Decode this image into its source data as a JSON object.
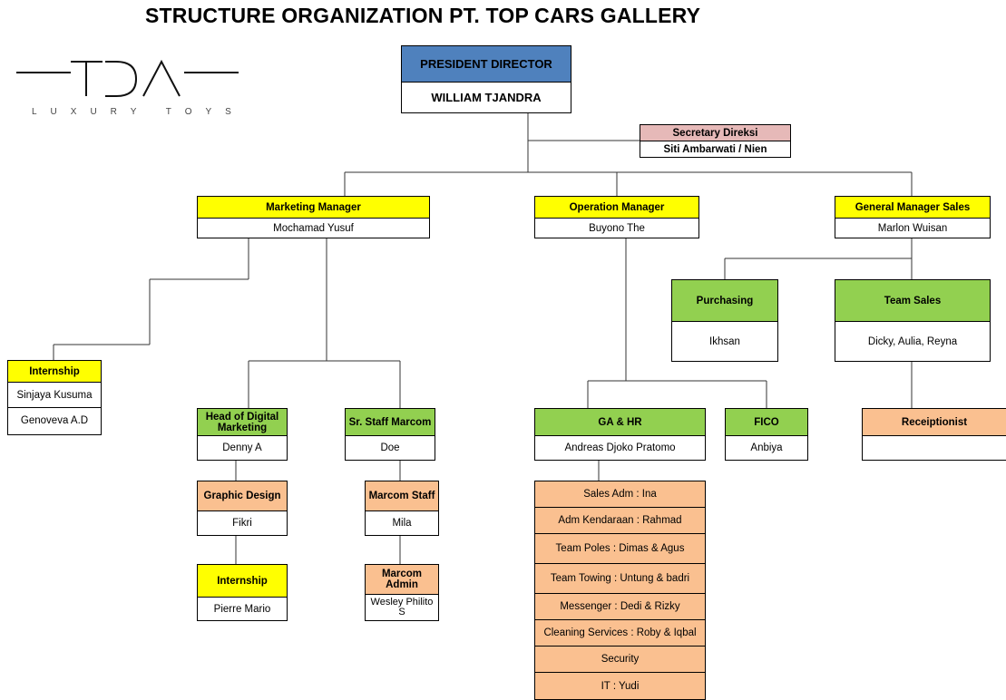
{
  "title": "STRUCTURE ORGANIZATION PT. TOP CARS GALLERY",
  "logo": {
    "mark": "TDA",
    "tagline": "LUXURY TOYS"
  },
  "president": {
    "role": "PRESIDENT DIRECTOR",
    "name": "WILLIAM TJANDRA"
  },
  "secretary": {
    "role": "Secretary Direksi",
    "name": "Siti Ambarwati / Nien"
  },
  "marketing_manager": {
    "role": "Marketing Manager",
    "name": "Mochamad Yusuf"
  },
  "operation_manager": {
    "role": "Operation Manager",
    "name": "Buyono The"
  },
  "gm_sales": {
    "role": "General Manager Sales",
    "name": "Marlon Wuisan"
  },
  "internship_left": {
    "role": "Internship",
    "names": [
      "Sinjaya Kusuma",
      "Genoveva A.D"
    ]
  },
  "head_digital": {
    "role": "Head of Digital Marketing",
    "name": "Denny A"
  },
  "sr_staff_marcom": {
    "role": "Sr. Staff Marcom",
    "name": "Doe"
  },
  "graphic_design": {
    "role": "Graphic Design",
    "name": "Fikri"
  },
  "marcom_staff": {
    "role": "Marcom Staff",
    "name": "Mila"
  },
  "internship_digital": {
    "role": "Internship",
    "name": "Pierre Mario"
  },
  "marcom_admin": {
    "role": "Marcom Admin",
    "name": "Wesley Philito S"
  },
  "purchasing": {
    "role": "Purchasing",
    "name": "Ikhsan"
  },
  "team_sales": {
    "role": "Team Sales",
    "name": "Dicky, Aulia, Reyna"
  },
  "ga_hr": {
    "role": "GA & HR",
    "name": "Andreas Djoko Pratomo"
  },
  "fico": {
    "role": "FICO",
    "name": "Anbiya"
  },
  "receptionist": {
    "role": "Receiptionist",
    "name": ""
  },
  "ga_staff": [
    "Sales Adm : Ina",
    "Adm Kendaraan : Rahmad",
    "Team Poles : Dimas & Agus",
    "Team Towing : Untung & badri",
    "Messenger : Dedi & Rizky",
    "Cleaning Services : Roby & Iqbal",
    "Security",
    "IT : Yudi"
  ],
  "colors": {
    "president_head": "#4f81bd",
    "manager_head": "#ffff00",
    "unit_head": "#92d050",
    "staff_head": "#fac090",
    "secretary_head": "#e6b9b8"
  }
}
